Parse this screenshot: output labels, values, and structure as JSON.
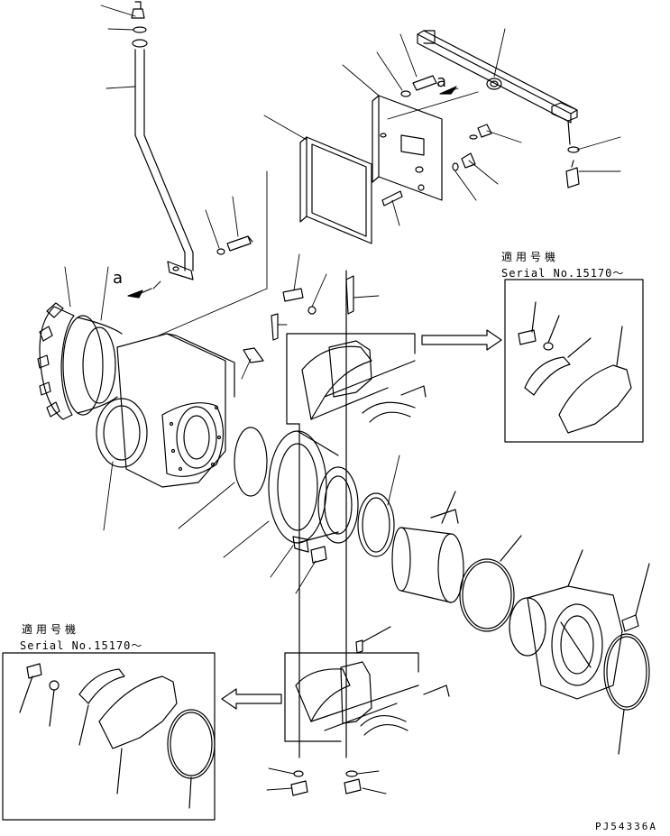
{
  "labels": {
    "applicable_right": "適用号機",
    "serial_right": "Serial No.15170～",
    "applicable_left": "適用号機",
    "serial_left": "Serial No.15170～",
    "callout_upper": "a",
    "callout_lower": "a",
    "drawing_code": "PJ54336A"
  }
}
